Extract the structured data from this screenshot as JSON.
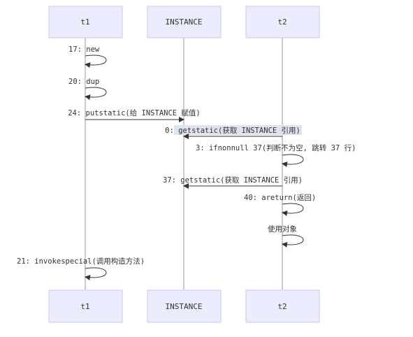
{
  "actors": [
    "t1",
    "INSTANCE",
    "t2"
  ],
  "messages": [
    {
      "from": "t1",
      "to": "t1",
      "text": "17: new"
    },
    {
      "from": "t1",
      "to": "t1",
      "text": "20: dup"
    },
    {
      "from": "t1",
      "to": "INSTANCE",
      "text": "24: putstatic(给 INSTANCE 赋值)"
    },
    {
      "from": "t2",
      "to": "INSTANCE",
      "text": "0: getstatic(获取 INSTANCE 引用)",
      "highlighted": true
    },
    {
      "from": "t2",
      "to": "t2",
      "text": "3: ifnonnull 37(判断不为空, 跳转 37 行)"
    },
    {
      "from": "t2",
      "to": "INSTANCE",
      "text": "37: getstatic(获取 INSTANCE 引用)"
    },
    {
      "from": "t2",
      "to": "t2",
      "text": "40: areturn(返回)"
    },
    {
      "from": "t2",
      "to": "t2",
      "text": "使用对象"
    },
    {
      "from": "t1",
      "to": "t1",
      "text": "21: invokespecial(调用构造方法)"
    }
  ]
}
